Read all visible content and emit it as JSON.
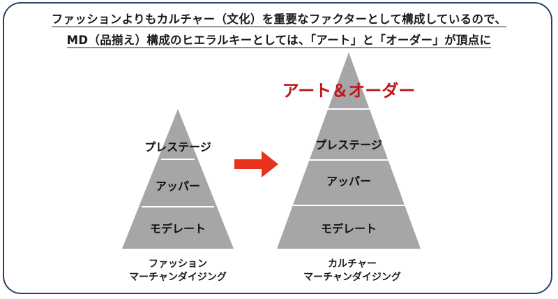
{
  "header": {
    "line1": "ファッションよりもカルチャー（文化）を重要なファクターとして構成しているので、",
    "line2": "MD（品揃え）構成のヒエラルキーとしては、「アート」と「オーダー」が頂点に"
  },
  "left_pyramid": {
    "tiers": [
      "プレステージ",
      "アッパー",
      "モデレート"
    ],
    "caption_line1": "ファッション",
    "caption_line2": "マーチャンダイジング"
  },
  "right_pyramid": {
    "top_label": "アート＆オーダー",
    "tiers": [
      "プレステージ",
      "アッパー",
      "モデレート"
    ],
    "caption_line1": "カルチャー",
    "caption_line2": "マーチャンダイジング"
  },
  "colors": {
    "pyramid_fill": "#a6a6a8",
    "divider": "#ffffff",
    "arrow": "#e8321e",
    "top_label": "#c0151b",
    "frame": "#2c3e6b"
  },
  "icons": {
    "arrow": "right-arrow-icon"
  }
}
